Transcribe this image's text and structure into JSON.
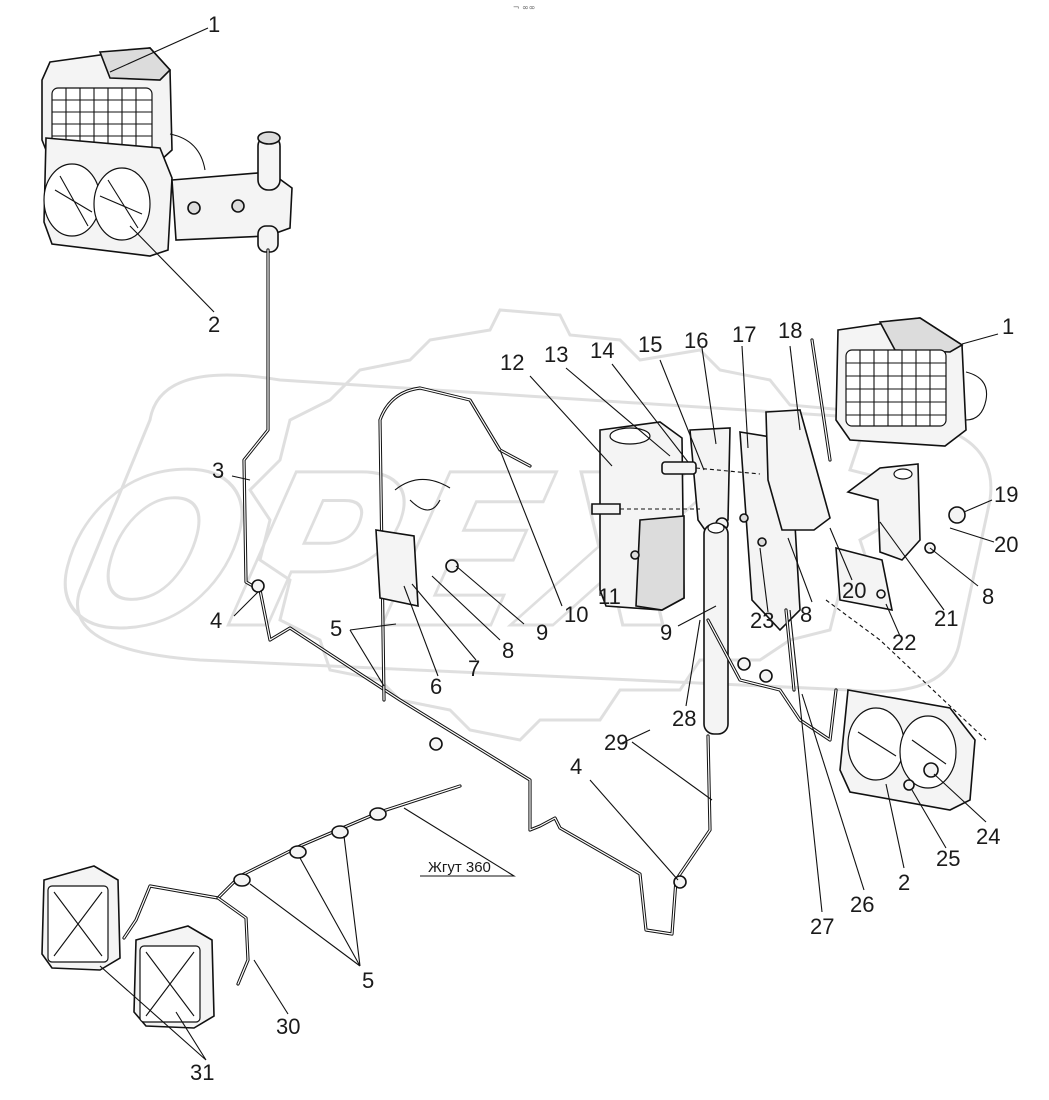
{
  "top_mark": "¬ ∞∞",
  "watermark": "ОРЕХ",
  "harness_label": "Жгут 360",
  "callouts": [
    "1",
    "2",
    "3",
    "4",
    "5",
    "6",
    "7",
    "8",
    "9",
    "10",
    "11",
    "12",
    "13",
    "14",
    "15",
    "16",
    "17",
    "18",
    "19",
    "20",
    "21",
    "22",
    "23",
    "24",
    "25",
    "26",
    "27",
    "28",
    "29",
    "30",
    "31"
  ],
  "labels": {
    "c1a": "1",
    "c1b": "1",
    "c2a": "2",
    "c2b": "2",
    "c3": "3",
    "c4a": "4",
    "c4b": "4",
    "c5a": "5",
    "c5b": "5",
    "c6": "6",
    "c7": "7",
    "c8a": "8",
    "c8b": "8",
    "c8c": "8",
    "c9a": "9",
    "c9b": "9",
    "c10": "10",
    "c11": "11",
    "c12": "12",
    "c13": "13",
    "c14": "14",
    "c15": "15",
    "c16": "16",
    "c17": "17",
    "c18": "18",
    "c19": "19",
    "c20a": "20",
    "c20b": "20",
    "c21": "21",
    "c22": "22",
    "c23": "23",
    "c24": "24",
    "c25": "25",
    "c26": "26",
    "c27": "27",
    "c28": "28",
    "c29": "29",
    "c30": "30",
    "c31": "31"
  }
}
